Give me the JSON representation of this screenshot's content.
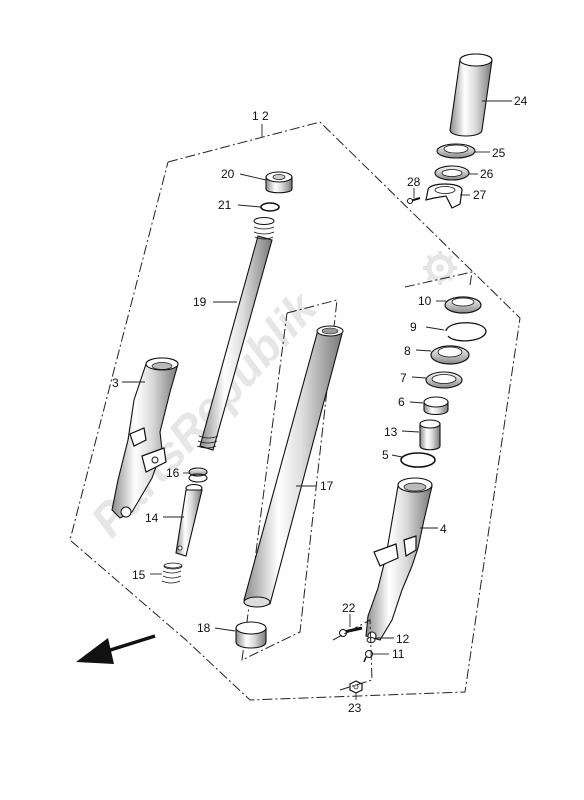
{
  "diagram": {
    "group_label": "1  2",
    "watermark": "PartsRepublik",
    "callouts": [
      {
        "id": "c24",
        "text": "24"
      },
      {
        "id": "c25",
        "text": "25"
      },
      {
        "id": "c26",
        "text": "26"
      },
      {
        "id": "c27",
        "text": "27"
      },
      {
        "id": "c28",
        "text": "28"
      },
      {
        "id": "c20",
        "text": "20"
      },
      {
        "id": "c21",
        "text": "21"
      },
      {
        "id": "c19",
        "text": "19"
      },
      {
        "id": "c3",
        "text": "3"
      },
      {
        "id": "c16",
        "text": "16"
      },
      {
        "id": "c14",
        "text": "14"
      },
      {
        "id": "c15",
        "text": "15"
      },
      {
        "id": "c17",
        "text": "17"
      },
      {
        "id": "c18",
        "text": "18"
      },
      {
        "id": "c10",
        "text": "10"
      },
      {
        "id": "c9",
        "text": "9"
      },
      {
        "id": "c8",
        "text": "8"
      },
      {
        "id": "c7",
        "text": "7"
      },
      {
        "id": "c6",
        "text": "6"
      },
      {
        "id": "c13",
        "text": "13"
      },
      {
        "id": "c5",
        "text": "5"
      },
      {
        "id": "c4",
        "text": "4"
      },
      {
        "id": "c22",
        "text": "22"
      },
      {
        "id": "c12",
        "text": "12"
      },
      {
        "id": "c11",
        "text": "11"
      },
      {
        "id": "c23",
        "text": "23"
      }
    ],
    "colors": {
      "line": "#111111",
      "watermark": "#d9d9d9",
      "chrome_light": "#ffffff",
      "chrome_dark": "#9a9a9a"
    },
    "icons": {
      "front_arrow": "arrow-down-left-icon",
      "watermark_gear": "gear-icon"
    }
  }
}
